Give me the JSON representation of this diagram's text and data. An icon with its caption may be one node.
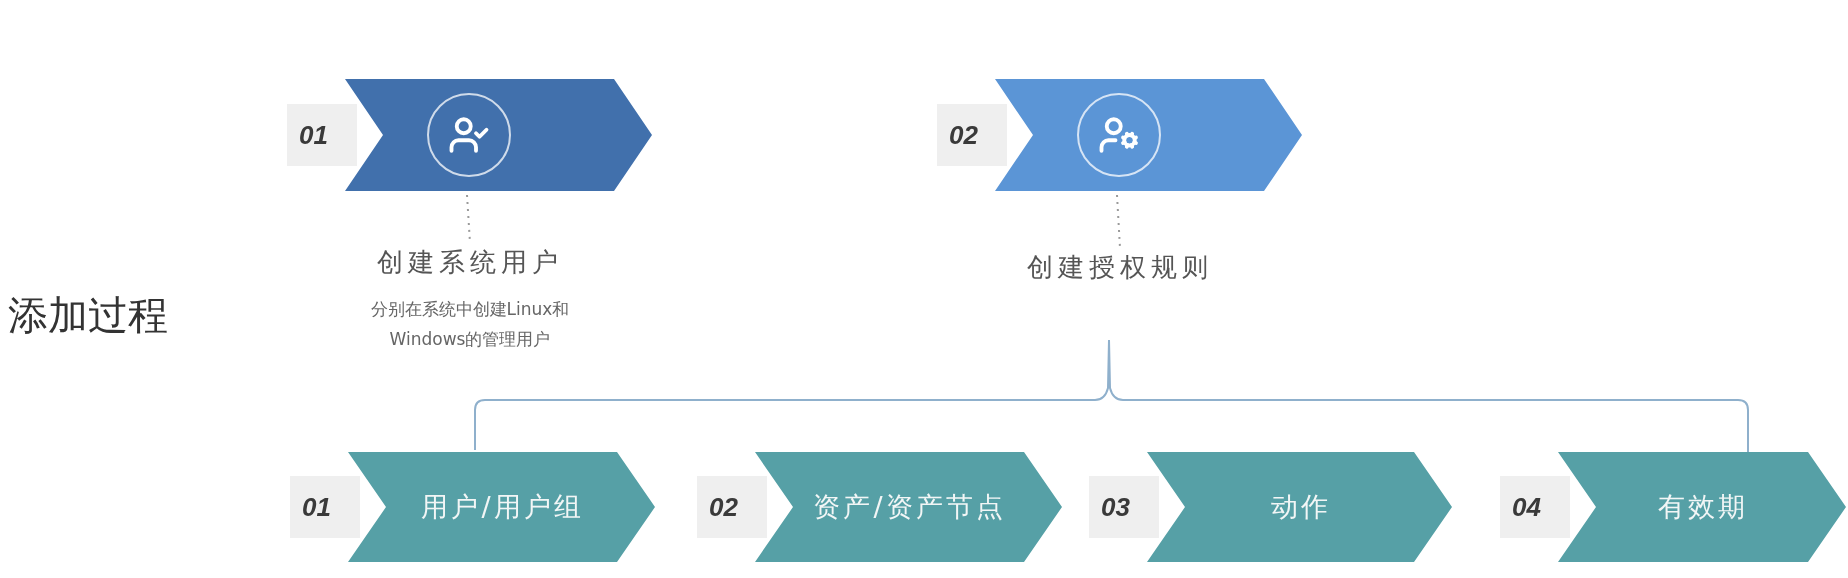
{
  "diagram": {
    "nodes": [
      {
        "text": [
          "01"
        ]
      },
      {
        "text": [
          "创建系统用户",
          "分别在系统中创建Linux和Windows的管理用户"
        ]
      },
      {
        "text": [
          "02"
        ]
      },
      {
        "text": [
          "创建授权规则"
        ]
      },
      {
        "text": [
          "01",
          "用户/用户组"
        ]
      },
      {
        "text": [
          "02",
          "资产/资产节点"
        ]
      },
      {
        "text": [
          "03",
          "动作"
        ]
      },
      {
        "text": [
          "04",
          "有效期"
        ]
      }
    ],
    "edges": [
      {
        "from": 0,
        "to": 1,
        "arrow": "none",
        "style": "dashed"
      },
      {
        "from": 2,
        "to": 3,
        "arrow": "none",
        "style": "dashed"
      }
    ],
    "title": "添加过程"
  }
}
